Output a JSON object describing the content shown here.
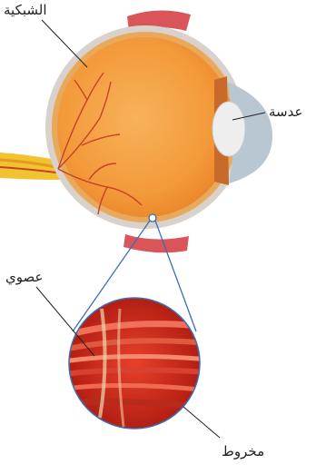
{
  "labels": {
    "retina": "الشبكية",
    "lens": "عدسة",
    "rod": "عصوي",
    "cone": "مخروط"
  },
  "colors": {
    "eye_body": "#f39a3a",
    "retina_layer": "#e8a95a",
    "sclera": "#d9d2cc",
    "vessel": "#c8402a",
    "muscle": "#d9555a",
    "optic_nerve": "#f2c330",
    "lens": "#eeeeee",
    "cornea": "#b9c7d3",
    "magnifier_outline": "#3a6fb5",
    "cell_tissue": "#c8281c"
  }
}
